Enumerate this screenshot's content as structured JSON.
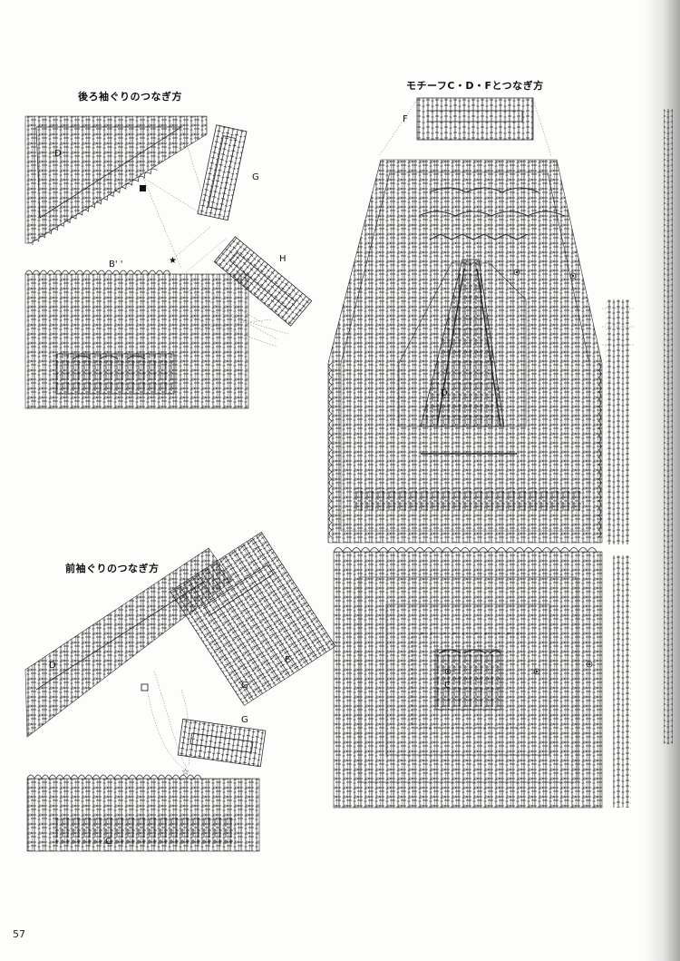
{
  "page": {
    "number": "57"
  },
  "sections": {
    "back_armhole": {
      "title": "後ろ袖ぐりのつなぎ方"
    },
    "front_armhole": {
      "title": "前袖ぐりのつなぎ方"
    },
    "motif_join": {
      "title": "モチーフC・D・Fとつなぎ方"
    }
  },
  "motif_labels": {
    "back_d": "D",
    "back_g": "G",
    "back_h": "H",
    "back_b": "B' '",
    "front_d": "D",
    "front_g1": "G",
    "front_g2": "G",
    "front_e": "E",
    "front_c": "C",
    "right_f": "F",
    "right_d": "D",
    "right_c": "C"
  },
  "markers": {
    "filled_square": "■",
    "filled_star": "★",
    "open_square": "□",
    "open_star": "☆",
    "double_circle": "◎"
  },
  "colors": {
    "ink": "#2a2a2a",
    "paper": "#fdfdfc",
    "guide": "#777777"
  }
}
